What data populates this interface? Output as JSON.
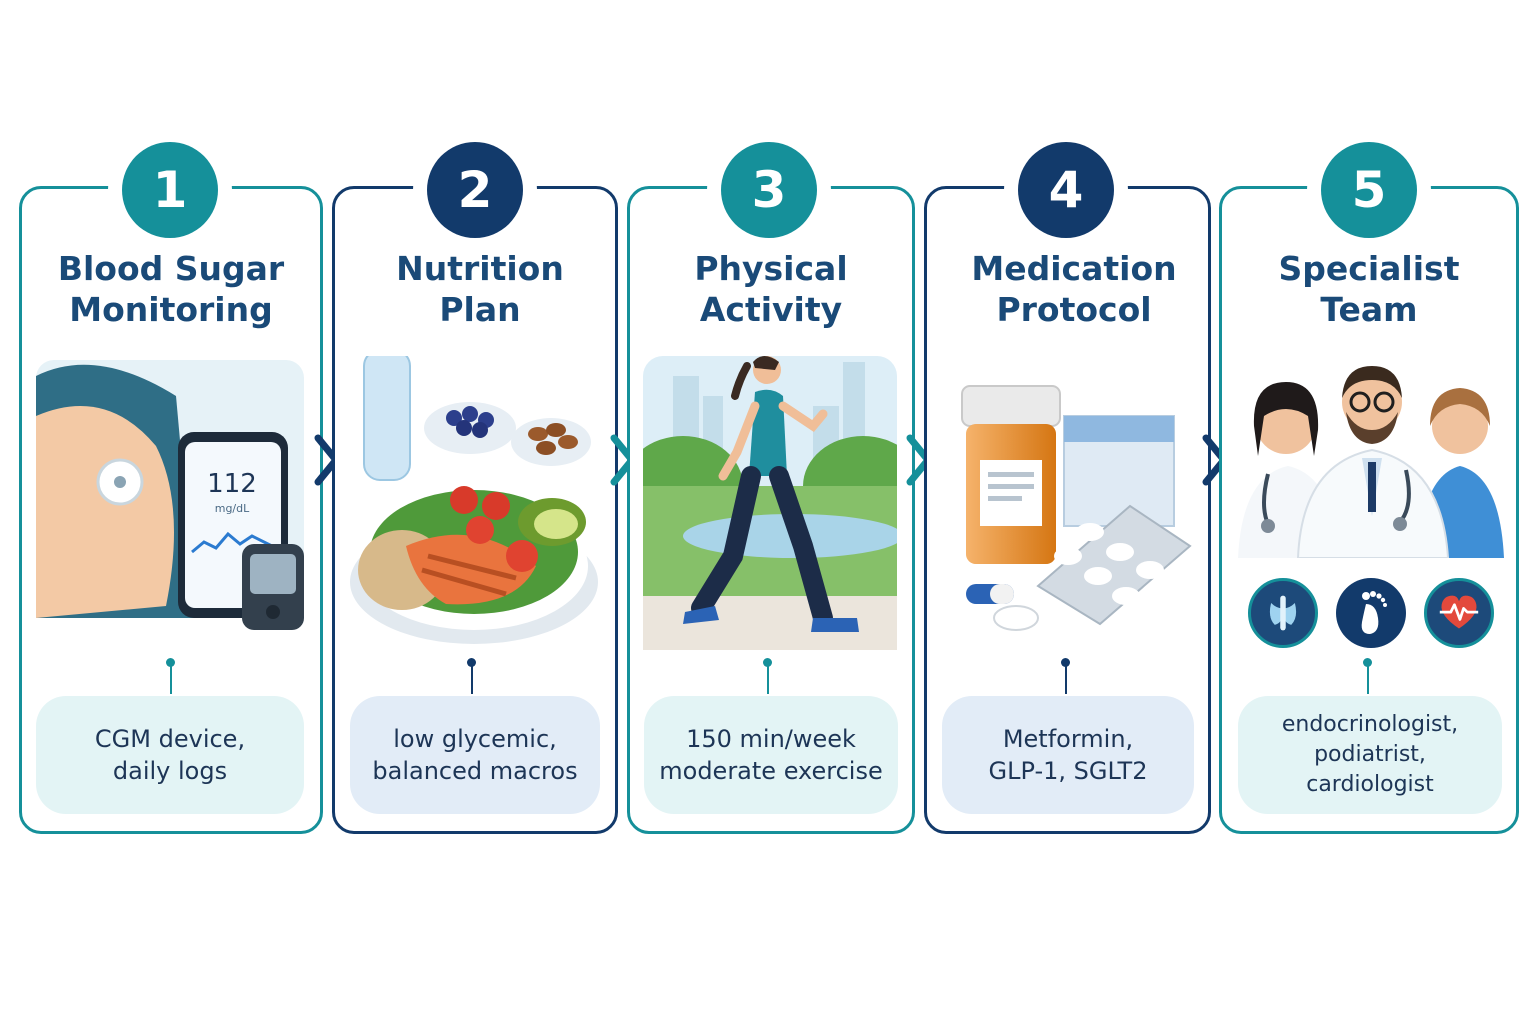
{
  "steps": [
    {
      "number": "1",
      "title_line1": "Blood Sugar",
      "title_line2": "Monitoring",
      "desc_line1": "CGM device,",
      "desc_line2": "daily logs",
      "desc_line3": "",
      "phone_reading": "112",
      "phone_unit": "mg/dL"
    },
    {
      "number": "2",
      "title_line1": "Nutrition",
      "title_line2": "Plan",
      "desc_line1": "low glycemic,",
      "desc_line2": "balanced macros",
      "desc_line3": ""
    },
    {
      "number": "3",
      "title_line1": "Physical",
      "title_line2": "Activity",
      "desc_line1": "150 min/week",
      "desc_line2": "moderate exercise",
      "desc_line3": ""
    },
    {
      "number": "4",
      "title_line1": "Medication",
      "title_line2": "Protocol",
      "desc_line1": "Metformin,",
      "desc_line2": "GLP-1, SGLT2",
      "desc_line3": ""
    },
    {
      "number": "5",
      "title_line1": "Specialist",
      "title_line2": "Team",
      "desc_line1": "endocrinologist,",
      "desc_line2": "podiatrist,",
      "desc_line3": "cardiologist"
    }
  ],
  "icons": [
    "thyroid-icon",
    "foot-icon",
    "heart-pulse-icon"
  ],
  "colors": {
    "teal": "#15909a",
    "navy": "#123a6b",
    "title": "#1a4a78",
    "desc_teal_bg": "#e3f4f5",
    "desc_blue_bg": "#e2ecf7"
  }
}
